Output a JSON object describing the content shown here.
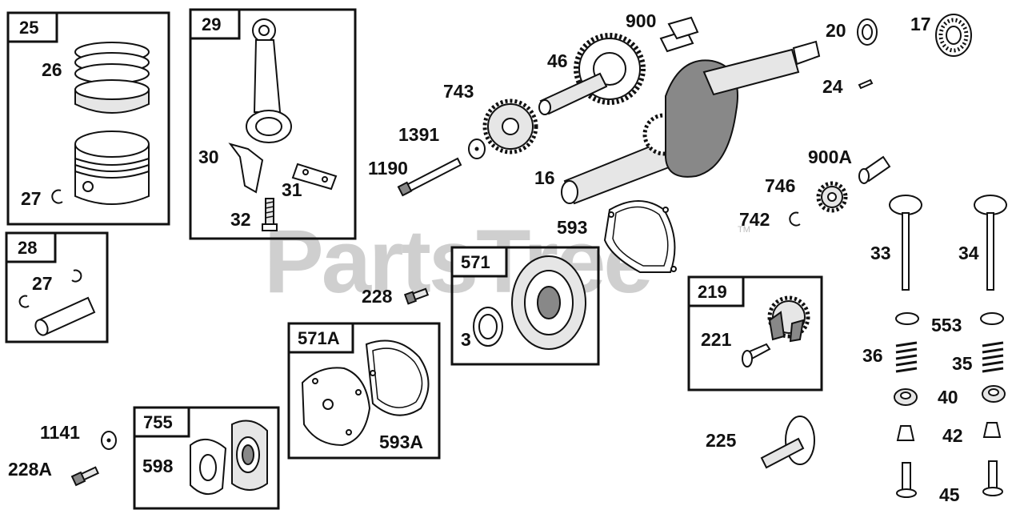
{
  "watermark": "PartsTree",
  "watermark_tm": "TM",
  "boxes": {
    "b25": "25",
    "b29": "29",
    "b28": "28",
    "b571": "571",
    "b571a": "571A",
    "b219": "219",
    "b755": "755"
  },
  "labels": {
    "p26": "26",
    "p27a": "27",
    "p27b": "27",
    "p30": "30",
    "p31": "31",
    "p32": "32",
    "p900": "900",
    "p46": "46",
    "p743": "743",
    "p1391": "1391",
    "p1190": "1190",
    "p16": "16",
    "p20": "20",
    "p17": "17",
    "p24": "24",
    "p900a": "900A",
    "p746": "746",
    "p742": "742",
    "p593": "593",
    "p228": "228",
    "p3": "3",
    "p593a": "593A",
    "p221": "221",
    "p33": "33",
    "p34": "34",
    "p553": "553",
    "p36": "36",
    "p35": "35",
    "p40": "40",
    "p42": "42",
    "p45": "45",
    "p225": "225",
    "p1141": "1141",
    "p228a": "228A",
    "p598": "598"
  }
}
